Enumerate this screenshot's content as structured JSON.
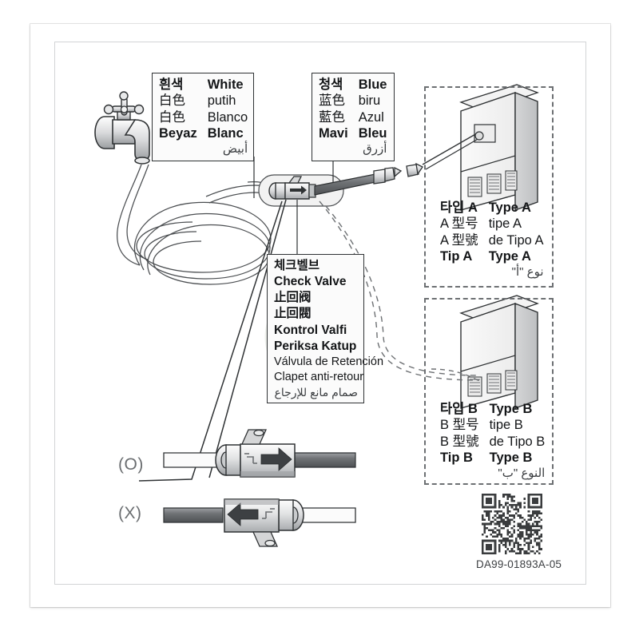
{
  "label": {
    "part_number": "DA99-01893A-05",
    "qr_code_name": "qr-code"
  },
  "callouts": {
    "white": {
      "rows": [
        {
          "a": "흰색",
          "b": "White"
        },
        {
          "a": "白色",
          "b": "putih"
        },
        {
          "a": "白色",
          "b": "Blanco"
        },
        {
          "a": "Beyaz",
          "b": "Blanc"
        }
      ],
      "arabic": "أبيض"
    },
    "blue": {
      "rows": [
        {
          "a": "청색",
          "b": "Blue"
        },
        {
          "a": "蓝色",
          "b": "biru"
        },
        {
          "a": "藍色",
          "b": "Azul"
        },
        {
          "a": "Mavi",
          "b": "Bleu"
        }
      ],
      "arabic": "أزرق"
    },
    "check_valve": {
      "lines": [
        "체크벨브",
        "Check Valve",
        "止回阀",
        "止回閥",
        "Kontrol Valfi",
        "Periksa Katup",
        "Válvula de Retención",
        "Clapet anti-retour"
      ],
      "arabic": "صمام مانع للإرجاع"
    },
    "type_a": {
      "rows": [
        {
          "a": "타입 A",
          "b": "Type A"
        },
        {
          "a": "A 型号",
          "b": "tipe A"
        },
        {
          "a": "A 型號",
          "b": "de Tipo A"
        },
        {
          "a": "Tip A",
          "b": "Type A"
        }
      ],
      "arabic": "نوع \"أ\""
    },
    "type_b": {
      "rows": [
        {
          "a": "타입 B",
          "b": "Type B"
        },
        {
          "a": "B 型号",
          "b": "tipe B"
        },
        {
          "a": "B 型號",
          "b": "de Tipo B"
        },
        {
          "a": "Tip B",
          "b": "Type B"
        }
      ],
      "arabic": "النوع \"ب\""
    }
  },
  "orientation": {
    "correct_label": "(O)",
    "incorrect_label": "(X)",
    "correct_arrow_direction": "right",
    "incorrect_arrow_direction": "left"
  },
  "illustration": {
    "faucet_name": "faucet-icon",
    "hose_name": "coiled-water-hose",
    "check_valve_name": "check-valve-inline",
    "appliance_a_name": "washing-machine-type-a",
    "appliance_b_name": "washing-machine-type-b",
    "connector_name": "hose-coupling"
  },
  "colors": {
    "ink": "#141618",
    "line": "#2f3234",
    "fill_light": "#f1f1f1",
    "fill_mid": "#d6d6d6",
    "fill_dark": "#8c8f92",
    "arrow": "#3d4043",
    "dashed": "#6d7073",
    "panel_bg": "#f4f4f4"
  }
}
